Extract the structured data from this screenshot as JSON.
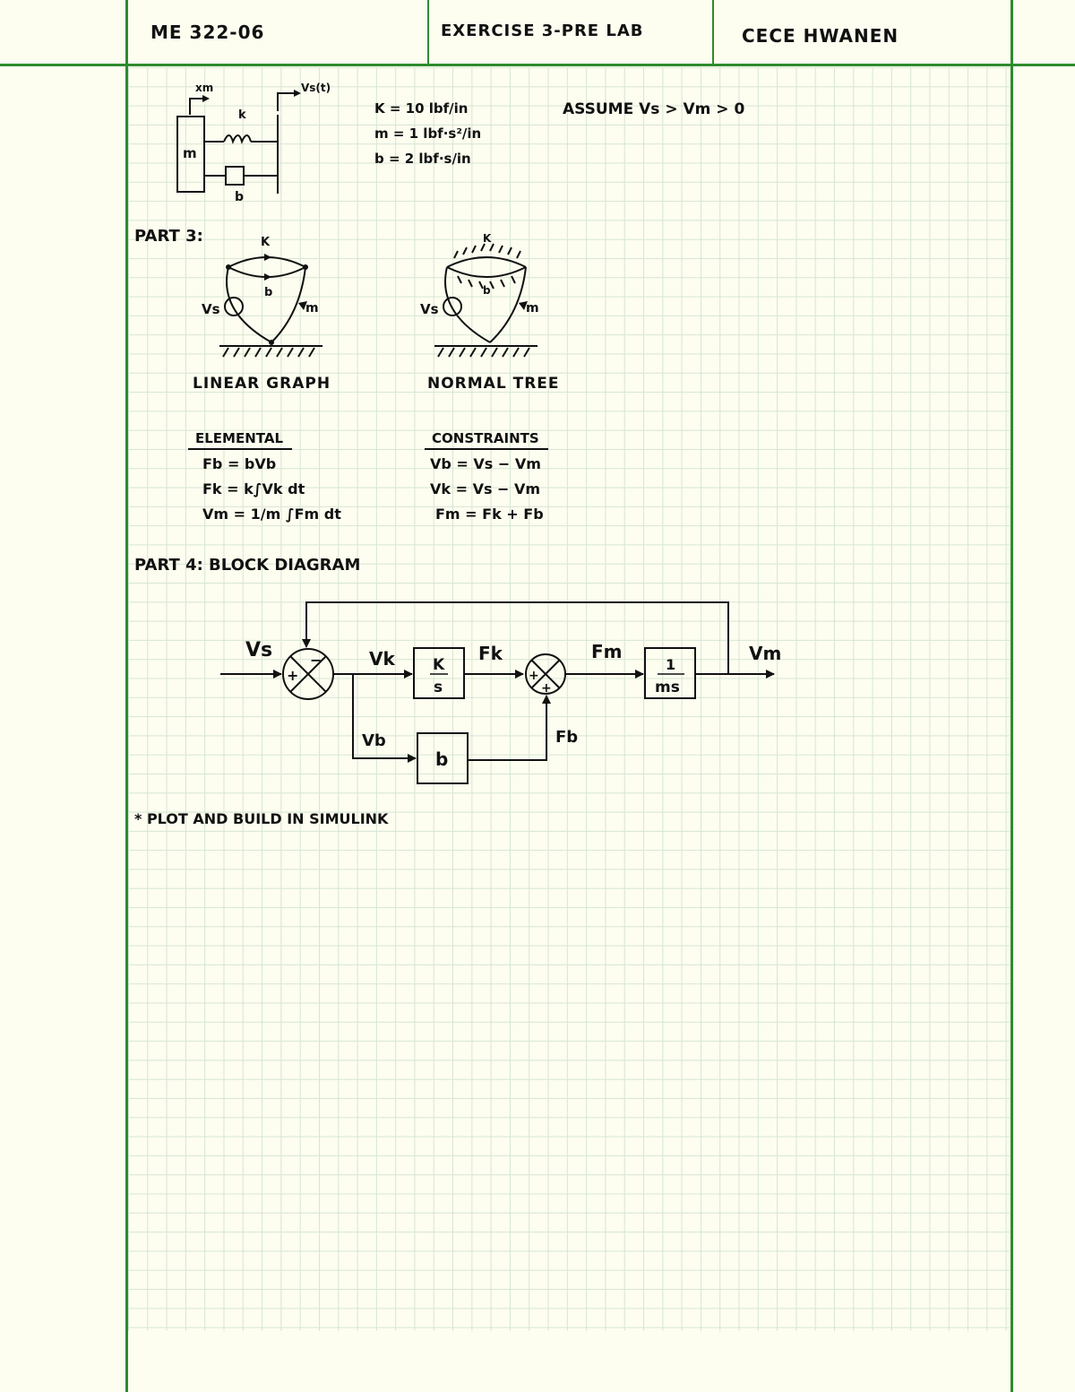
{
  "header": {
    "course": "ME 322-06",
    "title": "EXERCISE 3-PRE LAB",
    "name": "CECE HWANEN"
  },
  "system": {
    "params": [
      "K = 10  lbf/in",
      "m = 1  lbf·s²/in",
      "b = 2  lbf·s/in"
    ],
    "assume": "ASSUME  Vs > Vm > 0",
    "labels": {
      "xm": "xm",
      "vs": "Vs(t)",
      "k": "k",
      "m": "m",
      "b": "b"
    }
  },
  "part3": {
    "heading": "PART 3:",
    "linear_graph_caption": "LINEAR GRAPH",
    "normal_tree_caption": "NORMAL TREE",
    "labels": {
      "k": "K",
      "b": "b",
      "vs": "Vs",
      "m": "m"
    }
  },
  "equations": {
    "elemental_heading": "ELEMENTAL",
    "elemental": [
      "Fb = bVb",
      "Fk = k∫Vk dt",
      "Vm = 1/m ∫Fm dt"
    ],
    "constraints_heading": "CONSTRAINTS",
    "constraints": [
      "Vb = Vs − Vm",
      "Vk = Vs − Vm",
      "Fm = Fk + Fb"
    ]
  },
  "part4": {
    "heading": "PART 4:  BLOCK DIAGRAM",
    "signals": {
      "vs": "Vs",
      "vk": "Vk",
      "fk": "Fk",
      "fm": "Fm",
      "vm": "Vm",
      "vb": "Vb",
      "fb": "Fb"
    },
    "blocks": {
      "k_num": "K",
      "k_den": "s",
      "m_num": "1",
      "m_den": "ms",
      "b": "b"
    },
    "signs": {
      "plus": "+",
      "minus": "−"
    }
  },
  "note": "* PLOT AND BUILD IN SIMULINK"
}
